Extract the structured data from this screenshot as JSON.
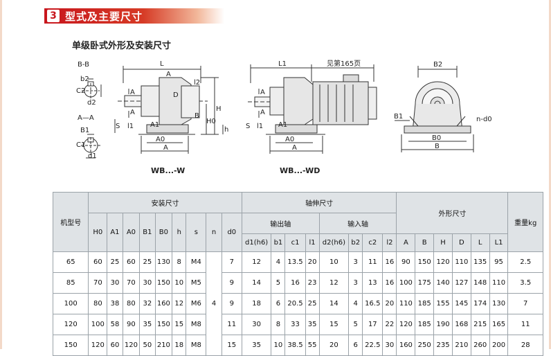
{
  "section": {
    "number": "3",
    "title": "型式及主要尺寸"
  },
  "subtitle": "单级卧式外形及安装尺寸",
  "figure": {
    "view_bb": {
      "section": "B-B",
      "dims": [
        "b2",
        "C2",
        "d2"
      ]
    },
    "view_aa": {
      "section": "A—A",
      "dims": [
        "B1",
        "C1",
        "d1"
      ]
    },
    "model_w": {
      "caption": "WB...-W",
      "dims": [
        "L",
        "A",
        "A",
        "A",
        "D",
        "l2",
        "B",
        "H",
        "H0",
        "h",
        "S",
        "l1",
        "A1",
        "A0",
        "A"
      ]
    },
    "model_wd": {
      "caption": "WB...-WD",
      "dims": [
        "L1",
        "见第165页",
        "A",
        "A",
        "S",
        "l1",
        "A1",
        "A0",
        "A"
      ]
    },
    "end_view": {
      "dims": [
        "B2",
        "B1",
        "n-d0",
        "B0",
        "B"
      ]
    }
  },
  "table": {
    "row_header": "机型号",
    "groups": [
      "安装尺寸",
      "轴伸尺寸",
      "外形尺寸"
    ],
    "weight_header": "重量kg",
    "shaft_groups": [
      "输出轴",
      "输入轴"
    ],
    "install_columns": [
      "H0",
      "A1",
      "A0",
      "B1",
      "B0",
      "h",
      "s",
      "n",
      "d0"
    ],
    "output_columns": [
      "d1(h6)",
      "b1",
      "c1",
      "l1"
    ],
    "input_columns": [
      "d2(h6)",
      "b2",
      "c2",
      "l2"
    ],
    "outline_columns": [
      "A",
      "B",
      "H",
      "D",
      "L",
      "L1"
    ],
    "n_value": "4",
    "rows": [
      {
        "model": "65",
        "install": [
          "60",
          "25",
          "60",
          "25",
          "130",
          "8",
          "M4"
        ],
        "d0": "7",
        "out": [
          "12",
          "4",
          "13.5",
          "20"
        ],
        "in": [
          "10",
          "3",
          "11",
          "16"
        ],
        "outline": [
          "90",
          "150",
          "120",
          "110",
          "135",
          "95"
        ],
        "weight": "2.5"
      },
      {
        "model": "85",
        "install": [
          "70",
          "30",
          "70",
          "30",
          "150",
          "10",
          "M5"
        ],
        "d0": "9",
        "out": [
          "14",
          "5",
          "16",
          "23"
        ],
        "in": [
          "12",
          "3",
          "13",
          "16"
        ],
        "outline": [
          "100",
          "175",
          "140",
          "127",
          "148",
          "110"
        ],
        "weight": "3.5"
      },
      {
        "model": "100",
        "install": [
          "80",
          "38",
          "80",
          "32",
          "160",
          "12",
          "M6"
        ],
        "d0": "9",
        "out": [
          "18",
          "6",
          "20.5",
          "25"
        ],
        "in": [
          "14",
          "4",
          "16.5",
          "20"
        ],
        "outline": [
          "110",
          "185",
          "155",
          "145",
          "174",
          "130"
        ],
        "weight": "7"
      },
      {
        "model": "120",
        "install": [
          "100",
          "58",
          "90",
          "35",
          "150",
          "15",
          "M8"
        ],
        "d0": "11",
        "out": [
          "30",
          "8",
          "33",
          "35"
        ],
        "in": [
          "15",
          "5",
          "17",
          "22"
        ],
        "outline": [
          "120",
          "185",
          "190",
          "168",
          "215",
          "165"
        ],
        "weight": "11"
      },
      {
        "model": "150",
        "install": [
          "120",
          "60",
          "120",
          "50",
          "210",
          "18",
          "M8"
        ],
        "d0": "15",
        "out": [
          "35",
          "10",
          "38.5",
          "55"
        ],
        "in": [
          "20",
          "6",
          "22.5",
          "30"
        ],
        "outline": [
          "160",
          "250",
          "235",
          "210",
          "260",
          "200"
        ],
        "weight": "28"
      }
    ]
  }
}
